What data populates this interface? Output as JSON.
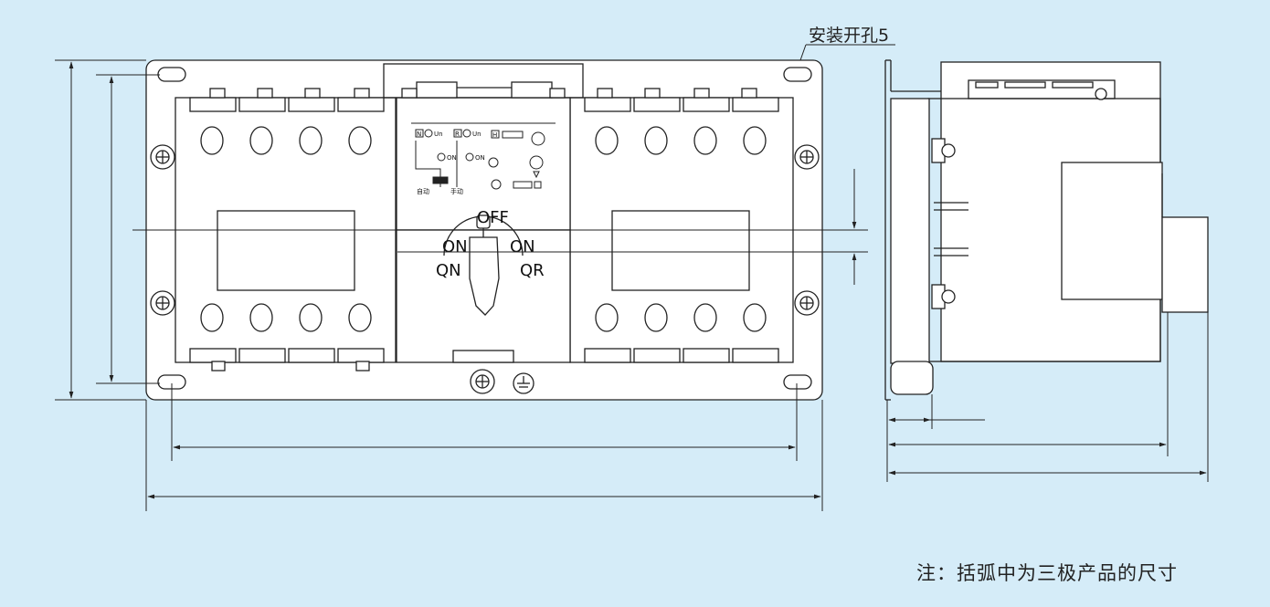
{
  "mount_hole_label": "安装开孔5",
  "note": "注：括弧中为三极产品的尺寸",
  "switch_labels": {
    "off": "OFF",
    "on_left": "ON",
    "on_right": "ON",
    "qn": "QN",
    "qr": "QR"
  },
  "panel_labels": {
    "n": "N",
    "r": "R",
    "h": "H",
    "un": "Un",
    "on1": "ON",
    "on2": "ON",
    "auto": "自动",
    "manual": "手动"
  },
  "colors": {
    "background": "#d5ecf8",
    "line": "#222222",
    "fill": "#ffffff"
  }
}
